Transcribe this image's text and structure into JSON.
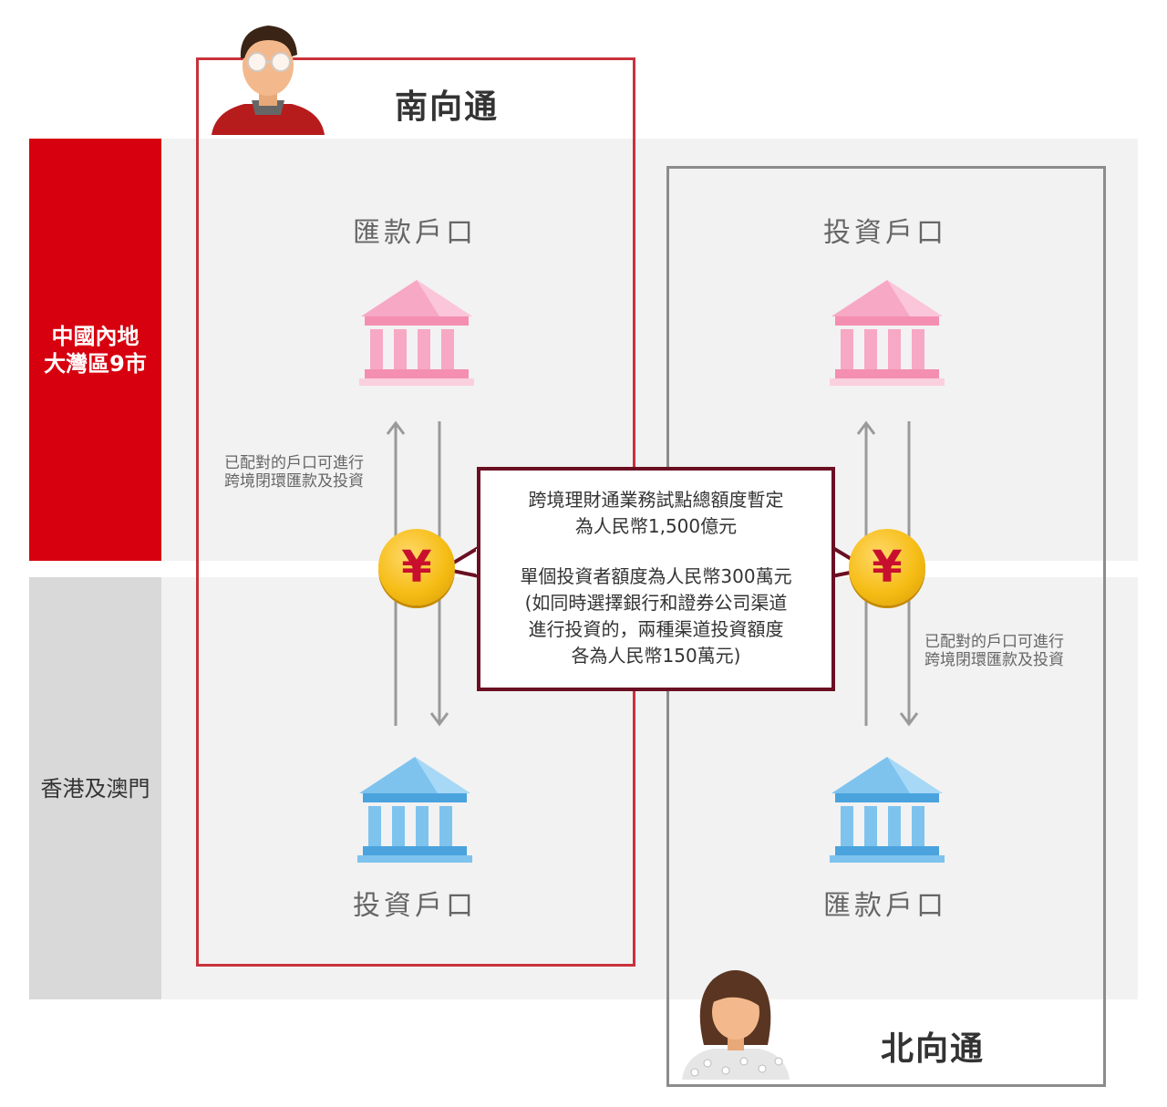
{
  "regions": {
    "mainland": "中國內地\n大灣區9市",
    "hk_macau": "香港及澳門"
  },
  "southbound": {
    "title": "南向通",
    "top_account": "匯款戶口",
    "bottom_account": "投資戶口",
    "note": "已配對的戶口可進行\n跨境閉環匯款及投資"
  },
  "northbound": {
    "title": "北向通",
    "top_account": "投資戶口",
    "bottom_account": "匯款戶口",
    "note": "已配對的戶口可進行\n跨境閉環匯款及投資"
  },
  "callout": {
    "quota_total": "跨境理財通業務試點總額度暫定\n為人民幣1,500億元",
    "quota_individual": "單個投資者額度為人民幣300萬元\n(如同時選擇銀行和證券公司渠道\n進行投資的，兩種渠道投資額度\n各為人民幣150萬元)"
  },
  "coin_symbol": "¥",
  "colors": {
    "mainland_red": "#d7000f",
    "hk_grey": "#d9d9d9",
    "southbound_frame": "#c8323c",
    "northbound_frame": "#8c8c8c",
    "callout_border": "#6b0f22",
    "bank_pink": "#f7a8c4",
    "bank_blue": "#7ec3ee",
    "coin_gold": "#f6bd16"
  },
  "icons": {
    "bank": "bank-building-icon",
    "coin": "yuan-coin-icon",
    "arrow_up": "arrow-up-icon",
    "arrow_down": "arrow-down-icon",
    "southbound_person": "male-investor-avatar",
    "northbound_person": "female-investor-avatar"
  }
}
